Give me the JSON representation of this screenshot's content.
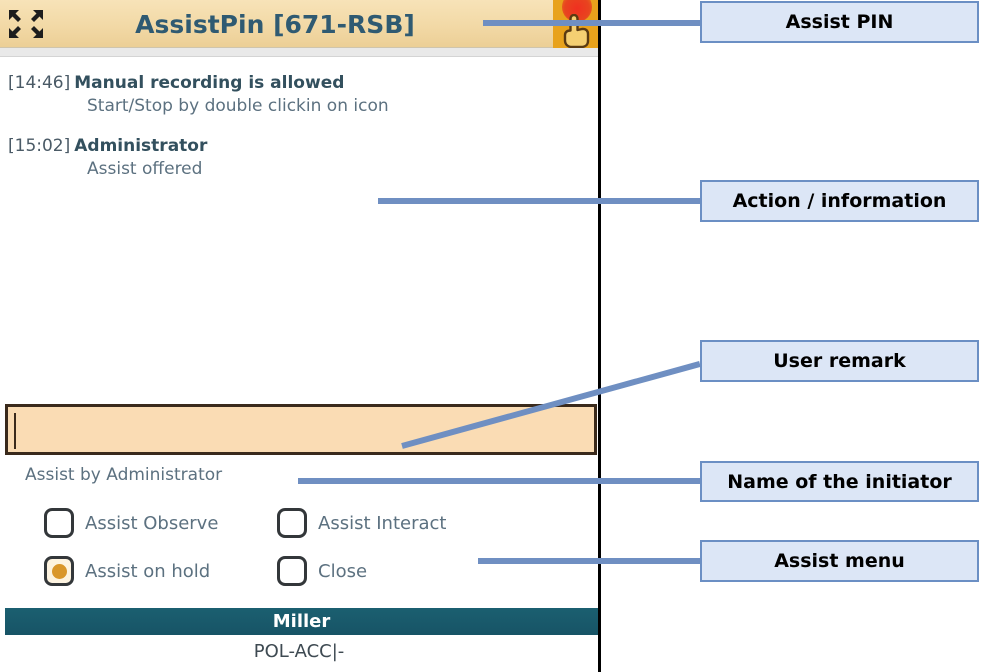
{
  "app": {
    "title": "AssistPin [671-RSB]",
    "title_bar_icons": {
      "collapse": "collapse-arrows-icon",
      "assist": "assist-hand-icon"
    },
    "messages": [
      {
        "time": "[14:46]",
        "title": "Manual recording is allowed",
        "detail": "Start/Stop by double clickin on icon"
      },
      {
        "time": "[15:02]",
        "title": "Administrator",
        "detail": "Assist offered"
      }
    ],
    "remark": {
      "value": "",
      "placeholder": ""
    },
    "initiator": "Assist by Administrator",
    "menu": [
      {
        "label": "Assist Observe",
        "selected": false
      },
      {
        "label": "Assist Interact",
        "selected": false
      },
      {
        "label": "Assist on hold",
        "selected": true
      },
      {
        "label": "Close",
        "selected": false
      }
    ],
    "footer": {
      "name": "Miller",
      "subtitle": "POL-ACC|-"
    }
  },
  "annotations": [
    {
      "label": "Assist PIN"
    },
    {
      "label": "Action / information"
    },
    {
      "label": "User remark"
    },
    {
      "label": "Name of the initiator"
    },
    {
      "label": "Assist menu"
    }
  ],
  "colors": {
    "title_bar": "#f2d9a6",
    "title_text": "#2f5a72",
    "assist_icon": "#e8a21c",
    "remark_fill": "#fadcb4",
    "footer_bar": "#1b5f70",
    "callout_fill": "#dce6f6",
    "callout_border": "#6b8fc4",
    "leader_line": "#6f8fc2",
    "radio_dot": "#d9962a"
  }
}
